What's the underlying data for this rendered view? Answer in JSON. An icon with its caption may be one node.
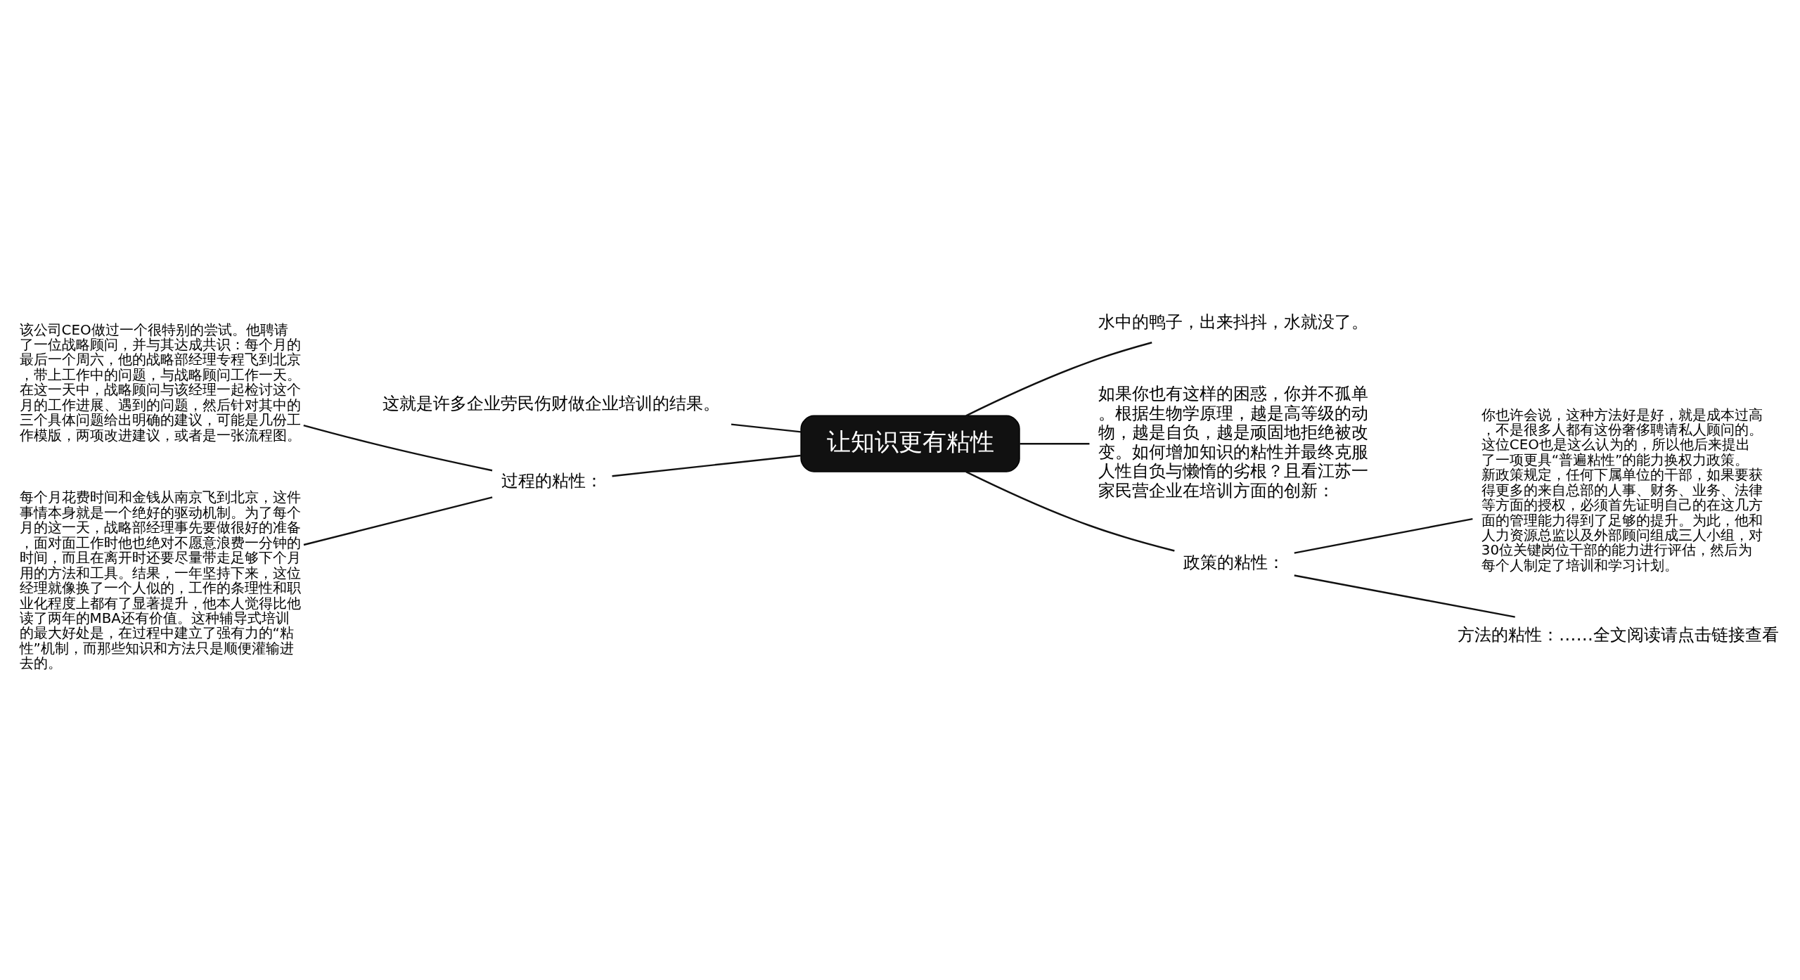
{
  "diagram": {
    "nodes": [
      {
        "text": [
          "让知识更有粘性"
        ]
      },
      {
        "text": [
          "水中的鸭子，出来抖抖，水就没了。"
        ]
      },
      {
        "text": [
          "这就是许多企业劳民伤财做企业培训的结果。"
        ]
      },
      {
        "text": [
          "如果你也有这样的困惑，你并不孤单。根据生物学原理，越是高等级的动物，越是自负，越是顽固地拒绝被改变。如何增加知识的粘性并最终克服人性自负与懒惰的劣根？且看江苏一家民营企业在培训方面的创新："
        ]
      },
      {
        "text": [
          "过程的粘性："
        ]
      },
      {
        "text": [
          "该公司CEO做过一个很特别的尝试。他聘请了一位战略顾问，并与其达成共识：每个月的最后一个周六，他的战略部经理专程飞到北京，带上工作中的问题，与战略顾问工作一天。在这一天中，战略顾问与该经理一起检讨这个月的工作进展、遇到的问题，然后针对其中的三个具体问题给出明确的建议，可能是几份工作模版，两项改进建议，或者是一张流程图。"
        ]
      },
      {
        "text": [
          "每个月花费时间和金钱从南京飞到北京，这件事情本身就是一个绝好的驱动机制。为了每个月的这一天，战略部经理事先要做很好的准备，面对面工作时他也绝对不愿意浪费一分钟的时间，而且在离开时还要尽量带走足够下个月用的方法和工具。结果，一年坚持下来，这位经理就像换了一个人似的，工作的条理性和职业化程度上都有了显著提升，他本人觉得比他读了两年的MBA还有价值。这种辅导式培训的最大好处是，在过程中建立了强有力的“粘性”机制，而那些知识和方法只是顺便灌输进去的。"
        ]
      },
      {
        "text": [
          "政策的粘性："
        ]
      },
      {
        "text": [
          "你也许会说，这种方法好是好，就是成本过高，不是很多人都有这份奢侈聘请私人顾问的。这位CEO也是这么认为的，所以他后来提出了一项更具“普遍粘性”的能力换权力政策。新政策规定，任何下属单位的干部，如果要获得更多的来自总部的人事、财务、业务、法律等方面的授权，必须首先证明自己的在这几方面的管理能力得到了足够的提升。为此，他和人力资源总监以及外部顾问组成三人小组，对30位关键岗位干部的能力进行评估，然后为每个人制定了培训和学习计划。"
        ]
      },
      {
        "text": [
          "方法的粘性：……全文阅读请点击链接查看"
        ]
      }
    ],
    "edges": [
      {
        "from": 0,
        "to": 1,
        "arrow": "none"
      },
      {
        "from": 0,
        "to": 2,
        "arrow": "none"
      },
      {
        "from": 0,
        "to": 3,
        "arrow": "none"
      },
      {
        "from": 0,
        "to": 4,
        "arrow": "none"
      },
      {
        "from": 4,
        "to": 5,
        "arrow": "none"
      },
      {
        "from": 4,
        "to": 6,
        "arrow": "none"
      },
      {
        "from": 0,
        "to": 7,
        "arrow": "none"
      },
      {
        "from": 7,
        "to": 8,
        "arrow": "none"
      },
      {
        "from": 7,
        "to": 9,
        "arrow": "none"
      }
    ]
  }
}
